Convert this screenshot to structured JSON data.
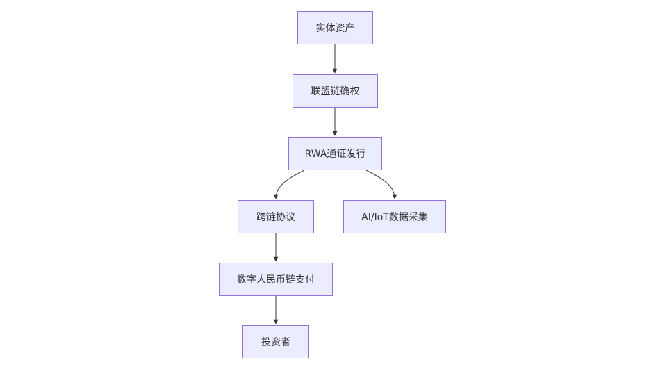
{
  "diagram": {
    "type": "flowchart",
    "direction": "top-down",
    "colors": {
      "node_fill": "#ececff",
      "node_border": "#9370db",
      "edge": "#333333",
      "text": "#333333"
    },
    "nodes": {
      "asset": "实体资产",
      "confirm": "联盟链确权",
      "rwa": "RWA通证发行",
      "cross": "跨链协议",
      "aiot": "AI/IoT数据采集",
      "ecny": "数字人民币链支付",
      "investor": "投资者"
    },
    "edges": [
      {
        "from": "asset",
        "to": "confirm"
      },
      {
        "from": "confirm",
        "to": "rwa"
      },
      {
        "from": "rwa",
        "to": "cross"
      },
      {
        "from": "rwa",
        "to": "aiot"
      },
      {
        "from": "cross",
        "to": "ecny"
      },
      {
        "from": "ecny",
        "to": "investor"
      }
    ]
  }
}
